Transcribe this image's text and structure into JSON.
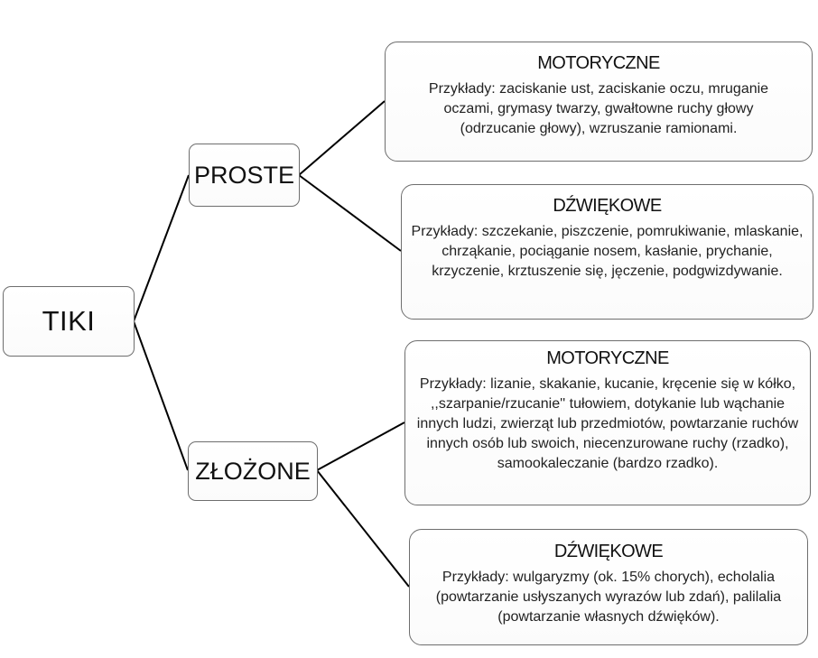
{
  "diagram": {
    "root": {
      "label": "TIKI"
    },
    "branches": [
      {
        "label": "PROSTE",
        "children": [
          {
            "title": "MOTORYCZNE",
            "text": "Przykłady: zaciskanie ust, zaciskanie oczu, mruganie oczami, grymasy twarzy, gwałtowne ruchy głowy (odrzucanie głowy), wzruszanie ramionami."
          },
          {
            "title": "DŹWIĘKOWE",
            "text": "Przykłady: szczekanie, piszczenie, pomrukiwanie, mlaskanie, chrząkanie, pociąganie nosem, kasłanie, prychanie, krzyczenie, krztuszenie się, jęczenie, podgwizdywanie."
          }
        ]
      },
      {
        "label": "ZŁOŻONE",
        "children": [
          {
            "title": "MOTORYCZNE",
            "text": "Przykłady: lizanie, skakanie, kucanie, kręcenie się w kółko, ,,szarpanie/rzucanie'' tułowiem, dotykanie lub wąchanie innych ludzi, zwierząt lub przedmiotów, powtarzanie ruchów innych osób lub swoich, niecenzurowane ruchy (rzadko), samookaleczanie (bardzo rzadko)."
          },
          {
            "title": "DŹWIĘKOWE",
            "text": "Przykłady: wulgaryzmy (ok. 15% chorych), echolalia (powtarzanie usłyszanych wyrazów lub zdań), palilalia (powtarzanie własnych dźwięków)."
          }
        ]
      }
    ]
  },
  "colors": {
    "border": "#6e6e6e",
    "line": "#000000",
    "background": "#ffffff"
  }
}
